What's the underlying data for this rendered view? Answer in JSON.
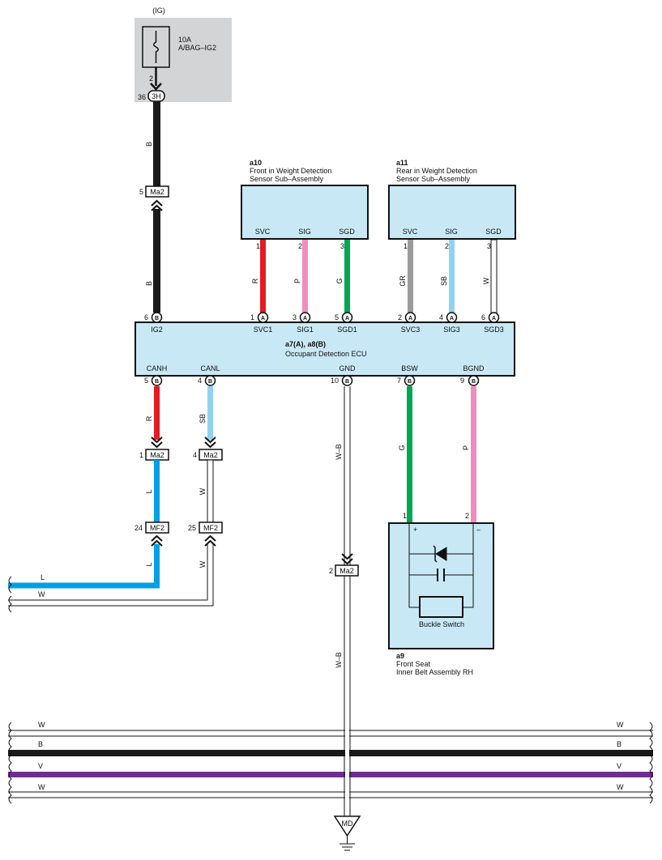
{
  "fuse": {
    "source": "(IG)",
    "rating": "10A",
    "name": "A/BAG–IG2",
    "pin_out": "2",
    "junction_pin": "36",
    "junction_code": "3H"
  },
  "connectors": {
    "top_link": {
      "pin": "5",
      "code": "Ma2"
    },
    "canh_link": {
      "pin": "1",
      "code": "Ma2"
    },
    "canl_link": {
      "pin": "4",
      "code": "Ma2"
    },
    "canh_mf": {
      "pin": "24",
      "code": "MF2"
    },
    "canl_mf": {
      "pin": "25",
      "code": "MF2"
    },
    "gnd_link": {
      "pin": "2",
      "code": "Ma2"
    }
  },
  "sensor_front": {
    "id": "a10",
    "name_line1": "Front in Weight Detection",
    "name_line2": "Sensor Sub–Assembly",
    "terms": [
      "SVC",
      "SIG",
      "SGD"
    ],
    "pins": [
      "1",
      "2",
      "3"
    ]
  },
  "sensor_rear": {
    "id": "a11",
    "name_line1": "Rear in Weight Detection",
    "name_line2": "Sensor Sub–Assembly",
    "terms": [
      "SVC",
      "SIG",
      "SGD"
    ],
    "pins": [
      "1",
      "2",
      "3"
    ]
  },
  "ecu": {
    "id": "a7(A), a8(B)",
    "name": "Occupant Detection ECU",
    "top_terms": [
      {
        "pin": "6",
        "conn": "B",
        "label": "IG2"
      },
      {
        "pin": "1",
        "conn": "A",
        "label": "SVC1"
      },
      {
        "pin": "3",
        "conn": "A",
        "label": "SIG1"
      },
      {
        "pin": "5",
        "conn": "A",
        "label": "SGD1"
      },
      {
        "pin": "2",
        "conn": "A",
        "label": "SVC3"
      },
      {
        "pin": "4",
        "conn": "A",
        "label": "SIG3"
      },
      {
        "pin": "6",
        "conn": "A",
        "label": "SGD3"
      }
    ],
    "bottom_terms": [
      {
        "pin": "5",
        "conn": "B",
        "label": "CANH"
      },
      {
        "pin": "4",
        "conn": "B",
        "label": "CANL"
      },
      {
        "pin": "10",
        "conn": "B",
        "label": "GND"
      },
      {
        "pin": "7",
        "conn": "B",
        "label": "BSW"
      },
      {
        "pin": "9",
        "conn": "B",
        "label": "BGND"
      }
    ]
  },
  "wire_labels": {
    "ig_upper": "B",
    "ig_lower": "B",
    "front_svc": "R",
    "front_sig": "P",
    "front_sgd": "G",
    "rear_svc": "GR",
    "rear_sig": "SB",
    "rear_sgd": "W",
    "canh_upper": "R",
    "canh_mid": "L",
    "canh_lower": "L",
    "canl_upper": "SB",
    "canl_mid": "W",
    "canl_lower": "W",
    "gnd_upper": "W–B",
    "gnd_lower": "W–B",
    "bsw": "G",
    "bgnd": "P",
    "bus_l": "L",
    "bus_w": "W"
  },
  "buckle": {
    "id": "a9",
    "name_line1": "Front Seat",
    "name_line2": "Inner Belt Assembly RH",
    "switch_label": "Buckle Switch",
    "pin_pos": "1",
    "pin_neg": "2",
    "plus": "+",
    "minus": "–"
  },
  "bus_lines": [
    {
      "left": "W",
      "right": "W"
    },
    {
      "left": "B",
      "right": "B"
    },
    {
      "left": "V",
      "right": "V"
    },
    {
      "left": "W",
      "right": "W"
    }
  ],
  "ground": {
    "code": "MD"
  },
  "colors": {
    "box_fill": "#c9e8f5",
    "fuse_area": "#d3d4d6",
    "black": "#1a1a1a",
    "red": "#e31b23",
    "pink": "#f08cc0",
    "green": "#00a651",
    "gray": "#9b9b9b",
    "sky": "#8fd3f0",
    "blue": "#00a0e4",
    "violet": "#6f2c91"
  }
}
